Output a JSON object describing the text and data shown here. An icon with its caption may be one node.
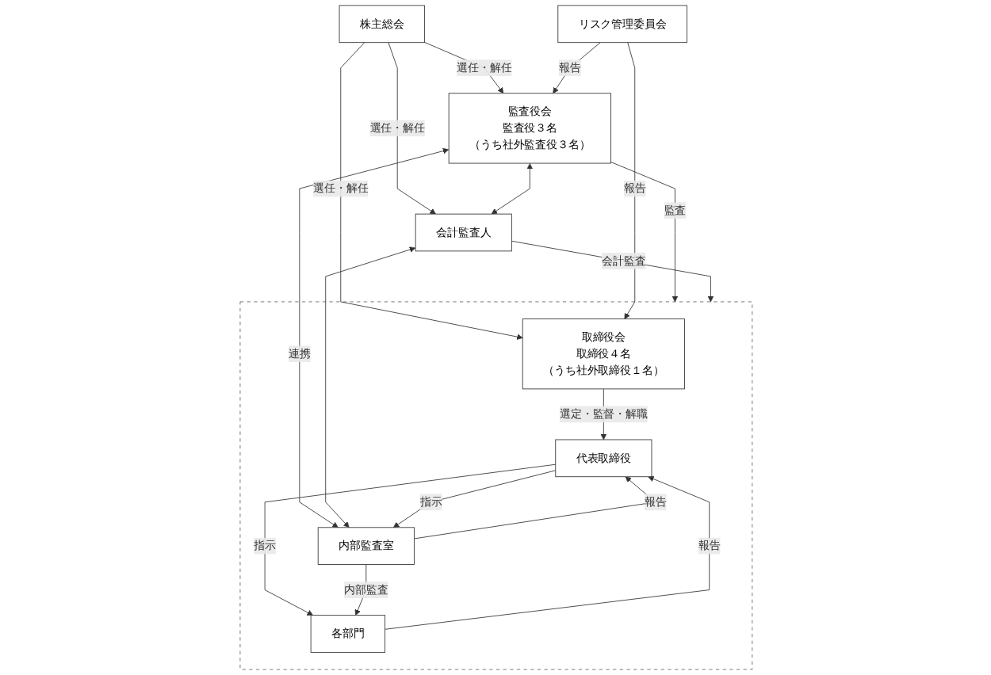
{
  "diagram": {
    "nodes": [
      {
        "text": [
          "株主総会"
        ]
      },
      {
        "text": [
          "リスク管理委員会"
        ]
      },
      {
        "text": [],
        "shape": "box"
      },
      {
        "text": [
          "取締役会",
          "取締役４名",
          "（うち社外取締役１名）"
        ],
        "in": 2
      },
      {
        "text": [
          "監査役会",
          "監査役３名",
          "（うち社外監査役３名）"
        ]
      },
      {
        "text": [
          "会計監査人"
        ]
      },
      {
        "text": [
          "代表取締役"
        ],
        "in": 2
      },
      {
        "text": [
          "内部監査室"
        ],
        "in": 2
      },
      {
        "text": [
          "各部門"
        ],
        "in": 2
      }
    ],
    "edges": [
      {
        "from": 0,
        "to": 3,
        "arrow": "to",
        "label": "選任・解任"
      },
      {
        "from": 0,
        "to": 4,
        "arrow": "to",
        "label": "選任・解任"
      },
      {
        "from": 0,
        "to": 5,
        "arrow": "to",
        "label": "選任・解任"
      },
      {
        "from": 1,
        "to": 3,
        "arrow": "to",
        "label": "報告"
      },
      {
        "from": 1,
        "to": 4,
        "arrow": "to",
        "label": "報告"
      },
      {
        "from": 4,
        "to": 2,
        "arrow": "to",
        "label": "監査"
      },
      {
        "from": 4,
        "to": 5,
        "arrow": "both"
      },
      {
        "from": 4,
        "to": 7,
        "arrow": "both",
        "label": "連携"
      },
      {
        "from": 5,
        "to": 7,
        "arrow": "both"
      },
      {
        "from": 3,
        "to": 6,
        "arrow": "to",
        "label": "選定・監督・解職"
      },
      {
        "from": 6,
        "to": 7,
        "arrow": "to",
        "label": "指示"
      },
      {
        "from": 7,
        "to": 6,
        "arrow": "to",
        "label": "報告"
      },
      {
        "from": 6,
        "to": 8,
        "arrow": "to",
        "label": "指示"
      },
      {
        "from": 8,
        "to": 6,
        "arrow": "to",
        "label": "報告"
      },
      {
        "from": 7,
        "to": 8,
        "arrow": "to",
        "label": "内部監査"
      },
      {
        "from": 5,
        "to": 2,
        "arrow": "to",
        "label": "会計監査"
      }
    ]
  }
}
